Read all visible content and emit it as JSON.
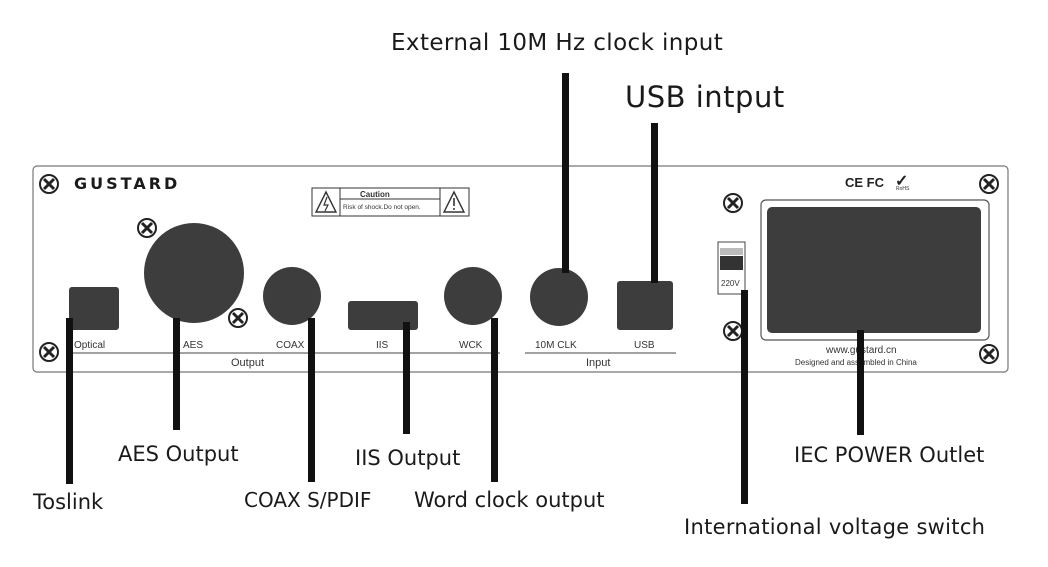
{
  "callouts": {
    "clock_input": "External 10M Hz clock input",
    "usb_input": "USB intput",
    "aes_output": "AES Output",
    "iis_output": "IIS Output",
    "iec_power": "IEC POWER Outlet",
    "toslink": "Toslink",
    "coax": "COAX S/PDIF",
    "word_clock": "Word clock output",
    "voltage_switch": "International voltage switch"
  },
  "panel": {
    "brand": "GUSTARD",
    "caution_title": "Caution",
    "caution_text": "Risk of shock.Do not open.",
    "certifications": "CE FC",
    "rohs": "RoHS",
    "voltage": "220V",
    "website": "www.gustard.cn",
    "assembled": "Designed and assembled in China",
    "labels": {
      "optical": "Optical",
      "aes": "AES",
      "coax": "COAX",
      "iis": "IIS",
      "wck": "WCK",
      "clk": "10M CLK",
      "usb": "USB"
    },
    "groups": {
      "output": "Output",
      "input": "Input"
    }
  }
}
